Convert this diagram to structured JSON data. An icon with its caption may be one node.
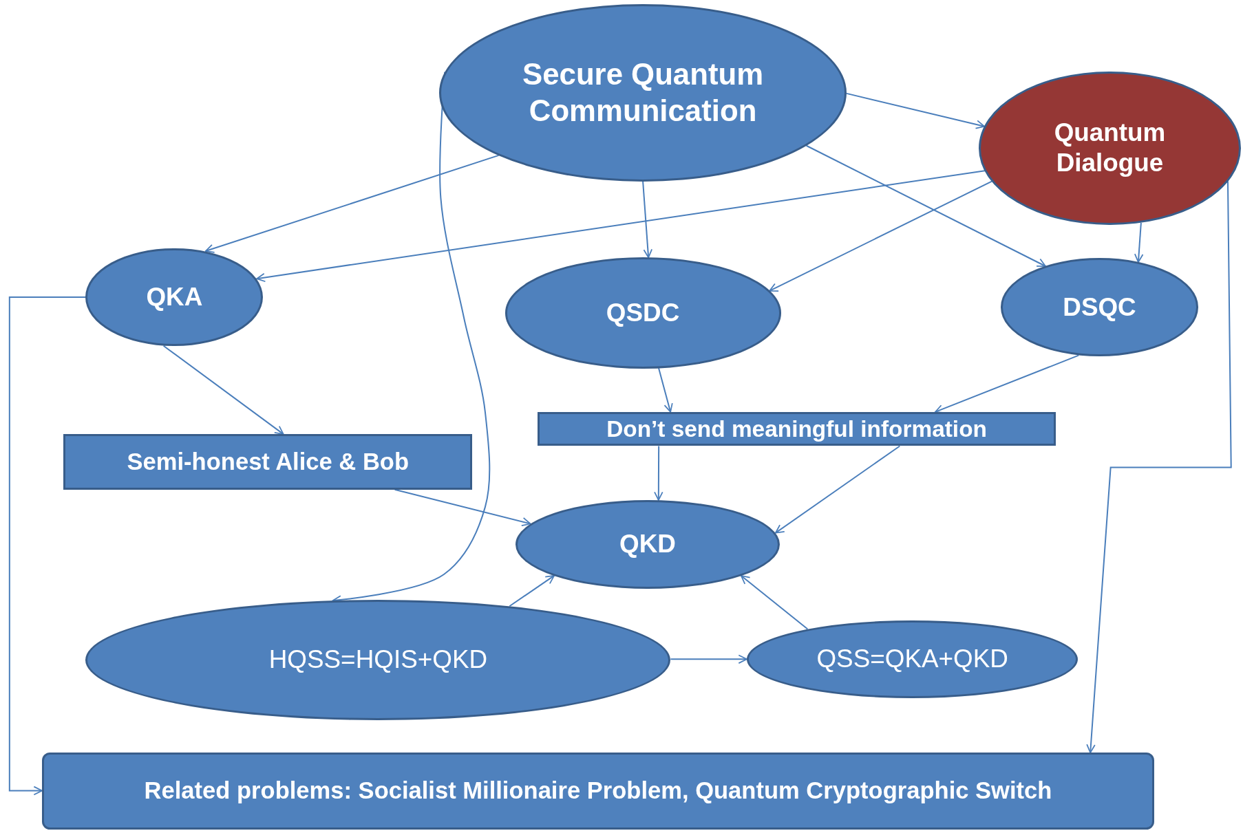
{
  "diagram": {
    "nodes": [
      {
        "text": [
          "Secure Quantum Communication"
        ]
      },
      {
        "text": [
          "Quantum Dialogue"
        ]
      },
      {
        "text": [
          "QKA"
        ]
      },
      {
        "text": [
          "QSDC"
        ]
      },
      {
        "text": [
          "DSQC"
        ]
      },
      {
        "text": [
          "Semi-honest Alice & Bob"
        ]
      },
      {
        "text": [
          "Don’t send meaningful information"
        ]
      },
      {
        "text": [
          "QKD"
        ]
      },
      {
        "text": [
          "HQSS=HQIS+QKD"
        ]
      },
      {
        "text": [
          "QSS=QKA+QKD"
        ]
      },
      {
        "text": [
          "Related problems: Socialist Millionaire Problem, Quantum Cryptographic Switch"
        ]
      }
    ],
    "edges": [
      {
        "from": 0,
        "to": 1,
        "arrow": "to"
      },
      {
        "from": 0,
        "to": 2,
        "arrow": "to"
      },
      {
        "from": 0,
        "to": 3,
        "arrow": "to"
      },
      {
        "from": 0,
        "to": 4,
        "arrow": "to"
      },
      {
        "from": 0,
        "to": 8,
        "arrow": "to"
      },
      {
        "from": 1,
        "to": 2,
        "arrow": "to"
      },
      {
        "from": 1,
        "to": 3,
        "arrow": "to"
      },
      {
        "from": 1,
        "to": 4,
        "arrow": "to"
      },
      {
        "from": 1,
        "to": 10,
        "arrow": "to"
      },
      {
        "from": 2,
        "to": 10,
        "arrow": "to"
      },
      {
        "from": 2,
        "to": 5,
        "arrow": "to"
      },
      {
        "from": 3,
        "to": 6,
        "arrow": "to"
      },
      {
        "from": 4,
        "to": 6,
        "arrow": "to"
      },
      {
        "from": 5,
        "to": 7,
        "arrow": "to"
      },
      {
        "from": 6,
        "to": 7,
        "arrow": "to"
      },
      {
        "from": 6,
        "to": 7,
        "arrow": "to"
      },
      {
        "from": 8,
        "to": 7,
        "arrow": "to"
      },
      {
        "from": 8,
        "to": 9,
        "arrow": "to"
      },
      {
        "from": 9,
        "to": 7,
        "arrow": "to"
      }
    ]
  }
}
